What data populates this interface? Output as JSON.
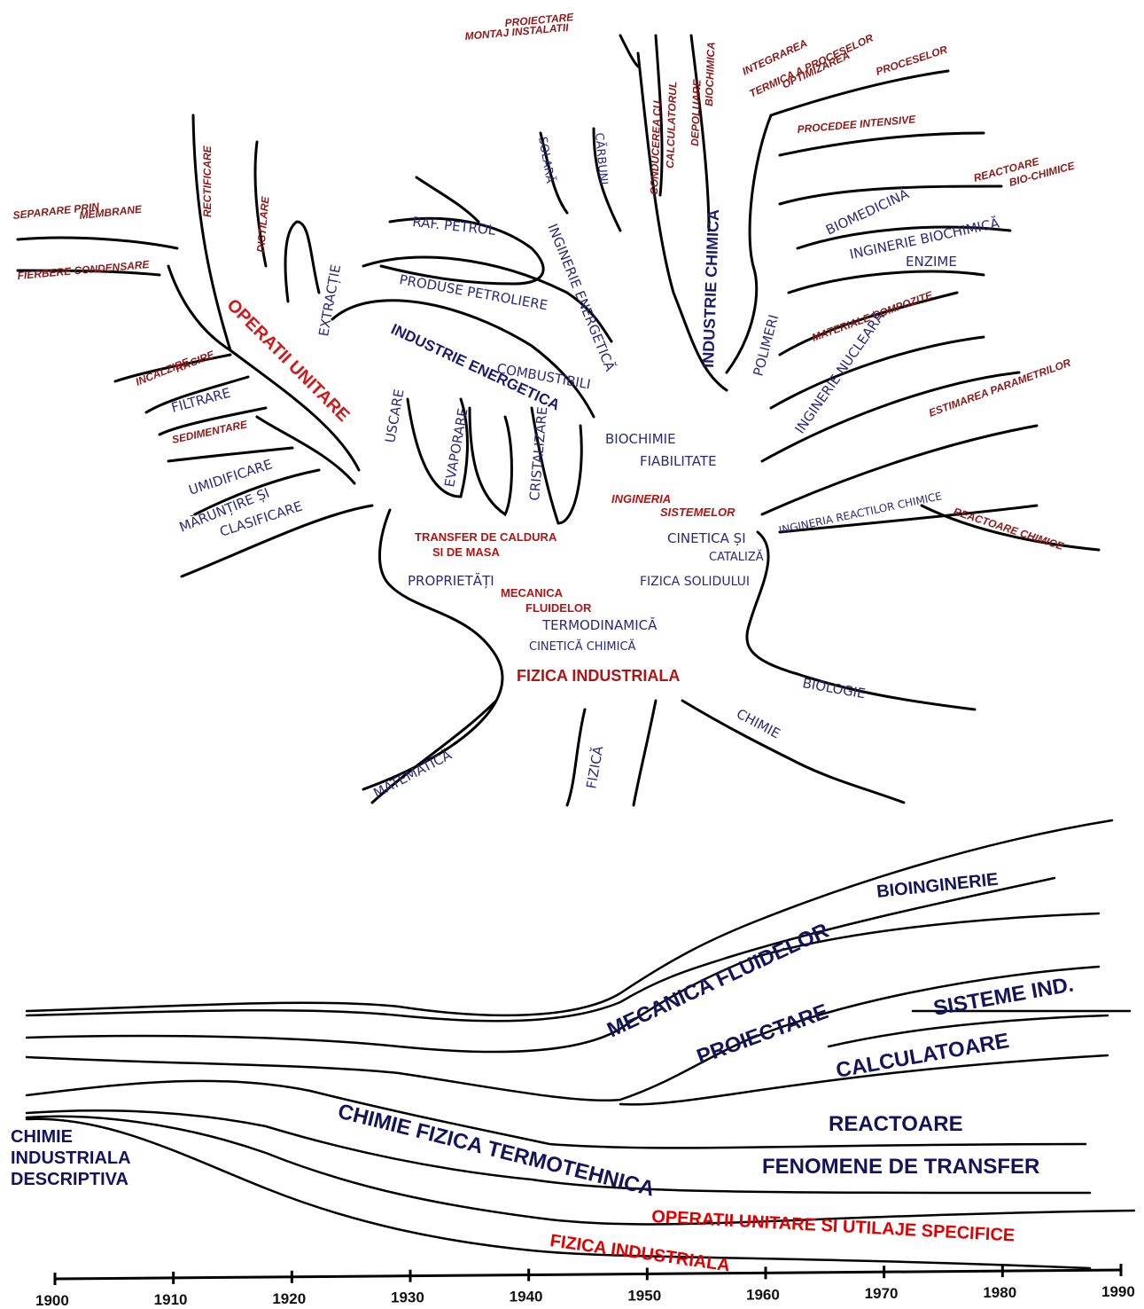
{
  "tree": {
    "trunk_title": "FIZICA INDUSTRIALA",
    "roots": [
      "MATEMATICĂ",
      "FIZICĂ",
      "CHIMIE",
      "BIOLOGIE"
    ],
    "core_topics_red": [
      "TRANSFER DE CALDURA",
      "SI DE MASA",
      "MECANICA",
      "FLUIDELOR",
      "INGINERIA",
      "SISTEMELOR"
    ],
    "core_topics_hand": [
      "PROPRIETĂȚI",
      "TERMODINAMICĂ",
      "CINETICĂ CHIMICĂ",
      "BIOCHIMIE",
      "FIABILITATE",
      "CINETICA ȘI",
      "CATALIZĂ",
      "FIZICA SOLIDULUI"
    ],
    "big_branches": [
      "OPERATII UNITARE",
      "INDUSTRIE ENERGETICA",
      "INDUSTRIE CHIMICA"
    ],
    "left_leaves": [
      "SEPARARE PRIN",
      "MEMBRANE",
      "FIERBERE CONDENSARE",
      "RECTIFICARE",
      "DISTILARE",
      "EXTRACȚIE",
      "INCALZIRE",
      "RACIRE",
      "FILTRARE",
      "SEDIMENTARE",
      "UMIDIFICARE",
      "MĂRUNȚIRE ȘI",
      "CLASIFICARE",
      "USCARE",
      "EVAPORARE",
      "CRISTALIZARE"
    ],
    "energy_leaves": [
      "RAF. PETROL",
      "PRODUSE PETROLIERE",
      "COMBUSTIBILI",
      "SOLARĂ",
      "CĂRBUNI",
      "INGINERIE ENERGETICĂ"
    ],
    "chem_leaves": [
      "PROIECTARE",
      "MONTAJ INSTALATII",
      "CONDUCEREA CU",
      "CALCULATORUL",
      "DEPOLUARE",
      "BIOCHIMICA",
      "INTEGRAREA",
      "TERMICA A PROCESELOR",
      "OPTIMIZAREA",
      "PROCESELOR",
      "PROCEDEE INTENSIVE",
      "REACTOARE",
      "BIO-CHIMICE",
      "BIOMEDICINĂ",
      "INGINERIE BIOCHIMICĂ",
      "ENZIME",
      "MATERIALE COMPOZITE",
      "POLIMERI",
      "INGINERIE NUCLEARĂ",
      "ESTIMAREA PARAMETRILOR",
      "INGINERIA REACTILOR CHIMICE",
      "REACTOARE CHIMICE"
    ]
  },
  "timeline": {
    "labels_blue": [
      "BIOINGINERIE",
      "MECANICA FLUIDELOR",
      "PROIECTARE",
      "SISTEME IND.",
      "CALCULATOARE",
      "REACTOARE",
      "FENOMENE DE TRANSFER",
      "CHIMIE FIZICA TERMOTEHNICA",
      "CHIMIE",
      "INDUSTRIALA",
      "DESCRIPTIVA"
    ],
    "labels_red": [
      "OPERATII UNITARE SI UTILAJE SPECIFICE",
      "FIZICA INDUSTRIALA"
    ],
    "axis_ticks": [
      "1900",
      "1910",
      "1920",
      "1930",
      "1940",
      "1950",
      "1960",
      "1970",
      "1980",
      "1990"
    ]
  }
}
